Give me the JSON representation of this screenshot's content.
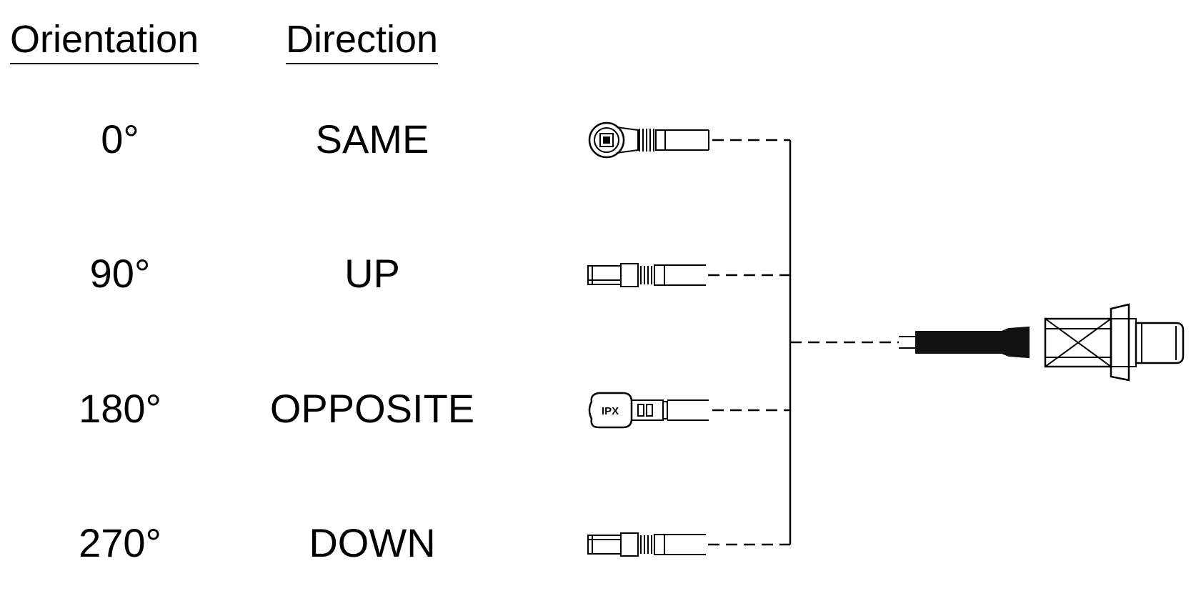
{
  "headers": {
    "orientation": "Orientation",
    "direction": "Direction"
  },
  "rows": [
    {
      "orientation": "0°",
      "direction": "SAME"
    },
    {
      "orientation": "90°",
      "direction": "UP"
    },
    {
      "orientation": "180°",
      "direction": "OPPOSITE"
    },
    {
      "orientation": "270°",
      "direction": "DOWN"
    }
  ],
  "connector_marking": "IPX",
  "colors": {
    "ink": "#000000",
    "background": "#ffffff",
    "cable": "#111111"
  }
}
